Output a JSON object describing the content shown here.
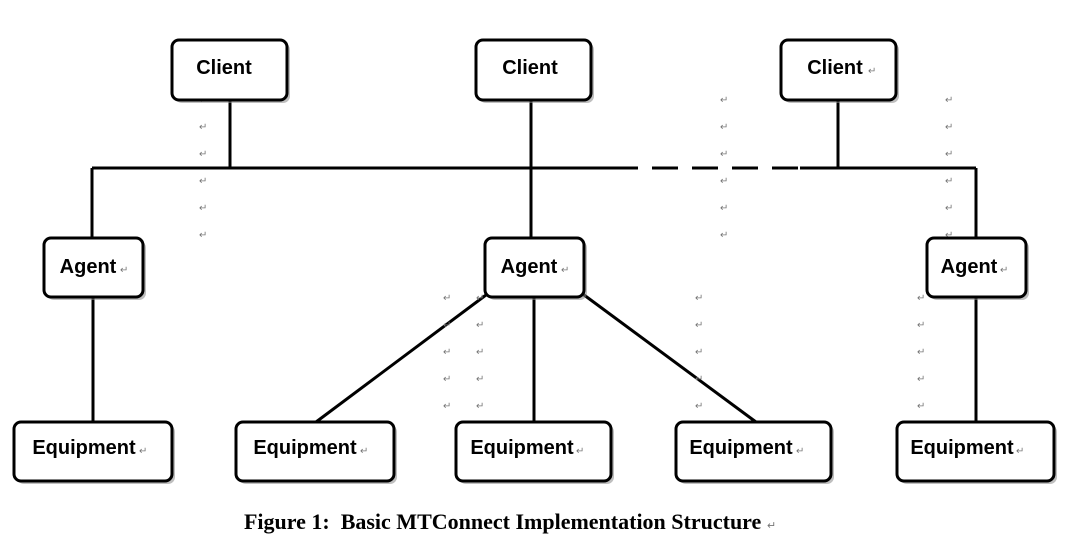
{
  "nodes": {
    "client_1": {
      "label": "Client"
    },
    "client_2": {
      "label": "Client"
    },
    "client_3": {
      "label": "Client"
    },
    "agent_1": {
      "label": "Agent"
    },
    "agent_2": {
      "label": "Agent"
    },
    "agent_3": {
      "label": "Agent"
    },
    "equipment_1": {
      "label": "Equipment"
    },
    "equipment_2": {
      "label": "Equipment"
    },
    "equipment_3": {
      "label": "Equipment"
    },
    "equipment_4": {
      "label": "Equipment"
    },
    "equipment_5": {
      "label": "Equipment"
    }
  },
  "caption": "Figure 1:  Basic MTConnect Implementation Structure",
  "paragraph_mark": "↵",
  "colors": {
    "stroke": "#000000",
    "background": "#ffffff",
    "shadow": "#8a8a8a",
    "mark": "#777777"
  }
}
